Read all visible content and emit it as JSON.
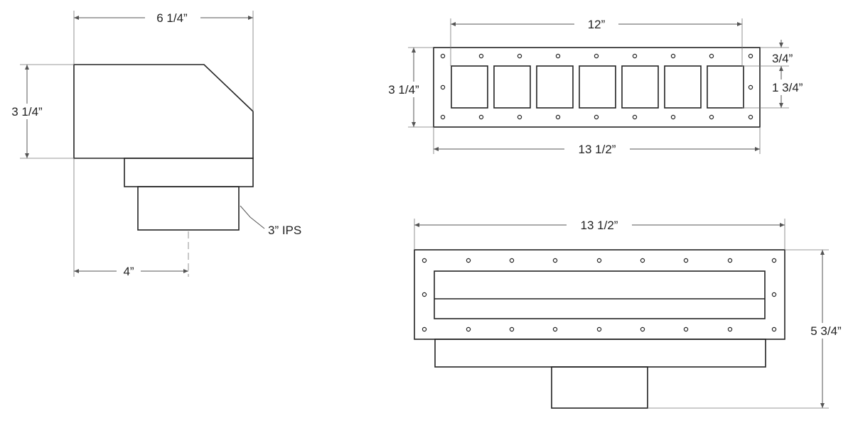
{
  "side_view": {
    "width_label": "6 1/4”",
    "height_label": "3 1/4”",
    "offset_label": "4”",
    "pipe_label": "3” IPS"
  },
  "front_view": {
    "inner_width_label": "12”",
    "outer_width_label": "13 1/2”",
    "height_label": "3 1/4”",
    "margin_label": "3/4”",
    "opening_height_label": "1 3/4”",
    "opening_count": 7
  },
  "bottom_view": {
    "width_label": "13 1/2”",
    "height_label": "5 3/4”"
  }
}
